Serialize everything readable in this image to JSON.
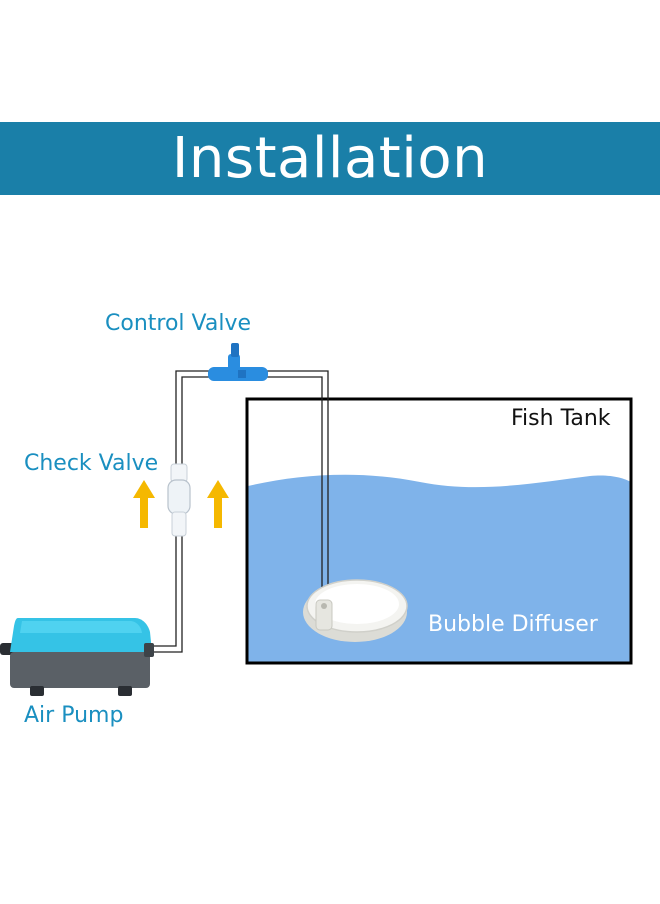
{
  "banner": {
    "title": "Installation",
    "background": "#1a7fa8",
    "text_color": "#ffffff"
  },
  "labels": {
    "control_valve": "Control Valve",
    "check_valve": "Check Valve",
    "fish_tank": "Fish Tank",
    "bubble_diffuser": "Bubble Diffuser",
    "air_pump": "Air Pump"
  },
  "colors": {
    "label_blue": "#1a8fc0",
    "water": "#7fb3ea",
    "arrow": "#f5b800",
    "pump_top": "#35c3e6",
    "pump_base": "#5a6066",
    "valve_blue": "#2a8de0"
  }
}
